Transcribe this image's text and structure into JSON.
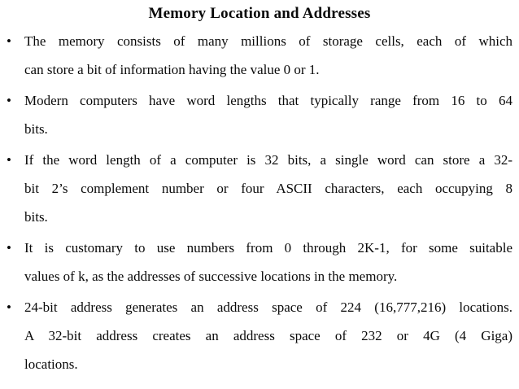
{
  "slide": {
    "title": "Memory Location and Addresses",
    "bullet_glyph": "•",
    "bullets": [
      {
        "lines": [
          "The memory consists of many millions of storage cells, each of which",
          "can store a bit of information having the value 0 or 1."
        ]
      },
      {
        "lines": [
          "Modern computers have word lengths that typically range from 16 to 64",
          "bits."
        ]
      },
      {
        "lines": [
          "If the word length of a computer is 32 bits, a single word can store a 32-",
          "bit 2’s complement number or four ASCII characters, each occupying 8",
          "bits."
        ]
      },
      {
        "lines": [
          "It is customary to use numbers from 0 through 2K-1, for some suitable",
          "values of k, as the addresses of successive locations in the memory."
        ]
      },
      {
        "lines": [
          "24-bit address generates an address space of 224 (16,777,216) locations.",
          "A 32-bit address creates an address space of 232 or 4G (4 Giga)",
          "locations."
        ]
      }
    ]
  }
}
